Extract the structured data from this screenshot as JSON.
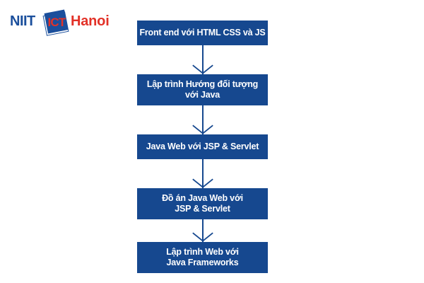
{
  "logo": {
    "name": "niit-ict-hanoi-logo",
    "part_niit": "NIIT",
    "part_mark": "ICT",
    "part_hanoi": "Hanoi",
    "color_blue": "#1b4f9c",
    "color_red": "#e23127"
  },
  "colors": {
    "box_fill": "#16488f",
    "box_text": "#ffffff",
    "connector": "#16488f",
    "background": "#ffffff"
  },
  "chart_data": {
    "type": "flowchart",
    "title": "",
    "orientation": "vertical",
    "node_count": 5,
    "nodes": [
      {
        "id": 1,
        "lines": [
          "Front end với HTML CSS và JS"
        ]
      },
      {
        "id": 2,
        "lines": [
          "Lập trình Hướng đối tượng",
          "với Java"
        ]
      },
      {
        "id": 3,
        "lines": [
          "Java Web với JSP & Servlet"
        ]
      },
      {
        "id": 4,
        "lines": [
          "Đồ án Java Web với",
          "JSP & Servlet"
        ]
      },
      {
        "id": 5,
        "lines": [
          "Lập trình Web với",
          "Java Frameworks"
        ]
      }
    ],
    "edges": [
      {
        "from": 1,
        "to": 2,
        "style": "arrow-down"
      },
      {
        "from": 2,
        "to": 3,
        "style": "arrow-down"
      },
      {
        "from": 3,
        "to": 4,
        "style": "arrow-down"
      },
      {
        "from": 4,
        "to": 5,
        "style": "arrow-down"
      }
    ]
  },
  "flow": {
    "box1": {
      "line1": "Front end với HTML CSS và JS"
    },
    "box2": {
      "line1": "Lập trình Hướng đối tượng",
      "line2": "với Java"
    },
    "box3": {
      "line1": "Java Web với JSP & Servlet"
    },
    "box4": {
      "line1": "Đồ án Java Web với",
      "line2": "JSP & Servlet"
    },
    "box5": {
      "line1": "Lập trình Web với",
      "line2": "Java Frameworks"
    }
  }
}
